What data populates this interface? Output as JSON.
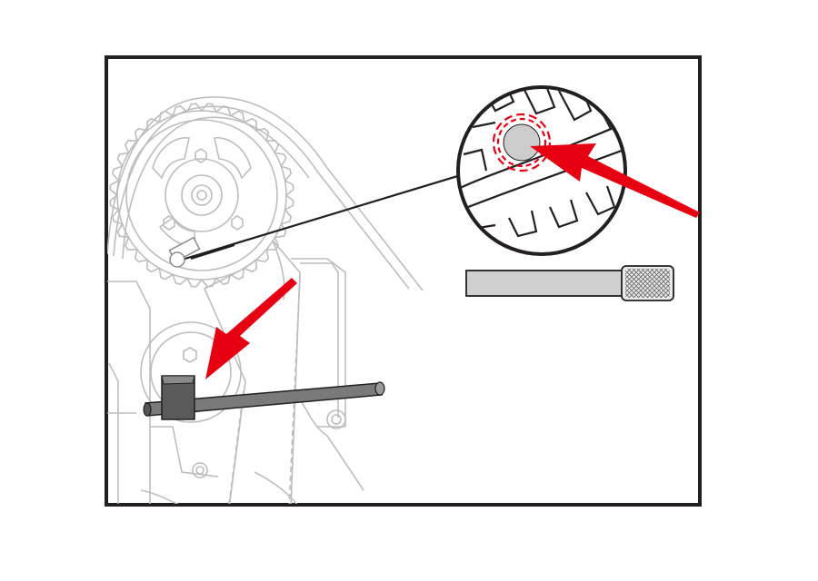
{
  "figure": {
    "kind": "technical-illustration",
    "subject": "timing-belt-and-camshaft-locking-tools",
    "colors": {
      "frame": "#231f20",
      "engine_lines": "#bdbdbd",
      "tool_gray": "#cfcfcf",
      "tool_dark": "#6d6d6d",
      "arrow_red": "#e60012",
      "highlight_circle_fill": "#cccccc",
      "leader_line": "#1f1f1f"
    },
    "callouts": [
      {
        "id": "zoom-detail",
        "shape": "circle",
        "content": "locking-pin-in-sprocket"
      },
      {
        "id": "crank-tool",
        "shape": "arrow",
        "content": "crankshaft-locking-bar"
      }
    ],
    "tools": [
      {
        "id": "locking-pin",
        "handle": "knurled"
      },
      {
        "id": "crank-bar",
        "handle": "square-block"
      }
    ]
  }
}
